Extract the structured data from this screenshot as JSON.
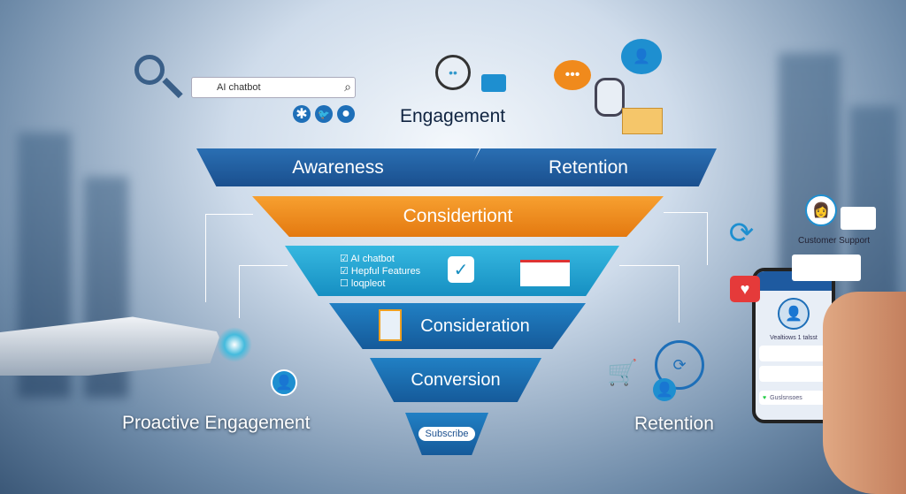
{
  "search": {
    "query": "AI chatbot"
  },
  "header": {
    "engagement": "Engagement"
  },
  "funnel": {
    "tier1_left": "Awareness",
    "tier1_right": "Retention",
    "tier2": "Considertiont",
    "tier3_checklist": [
      {
        "label": "AI chatbot",
        "checked": true
      },
      {
        "label": "Hepful Features",
        "checked": true
      },
      {
        "label": "loqpleot",
        "checked": false
      }
    ],
    "tier4": "Consideration",
    "tier5": "Conversion",
    "tier6": "Subscribe"
  },
  "labels": {
    "proactive": "Proactive Engagement",
    "retention": "Retention",
    "support": "Customer Support"
  },
  "phone": {
    "title": "Vealtiows 1 talsst",
    "footer": "Guslsnsoes"
  },
  "colors": {
    "dark_blue": "#1f5c9e",
    "orange": "#f08a1c",
    "cyan": "#1fa3d0",
    "mid_blue": "#1a6fb0"
  }
}
